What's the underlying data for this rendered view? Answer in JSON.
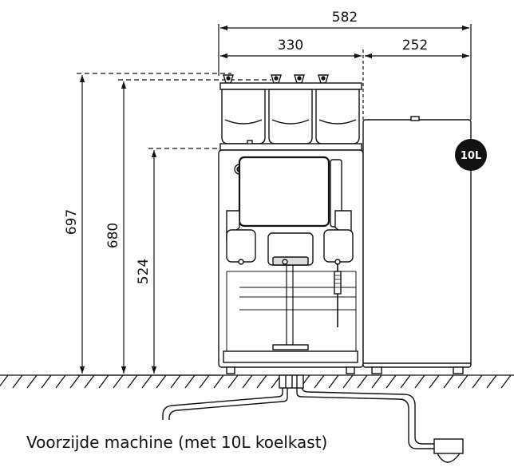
{
  "dimensions": {
    "total_width": "582",
    "machine_width": "330",
    "fridge_width": "252",
    "total_height": "697",
    "hopper_height": "680",
    "body_height": "524"
  },
  "fridge_badge": "10L",
  "caption": "Voorzijde machine (met 10L koelkast)"
}
